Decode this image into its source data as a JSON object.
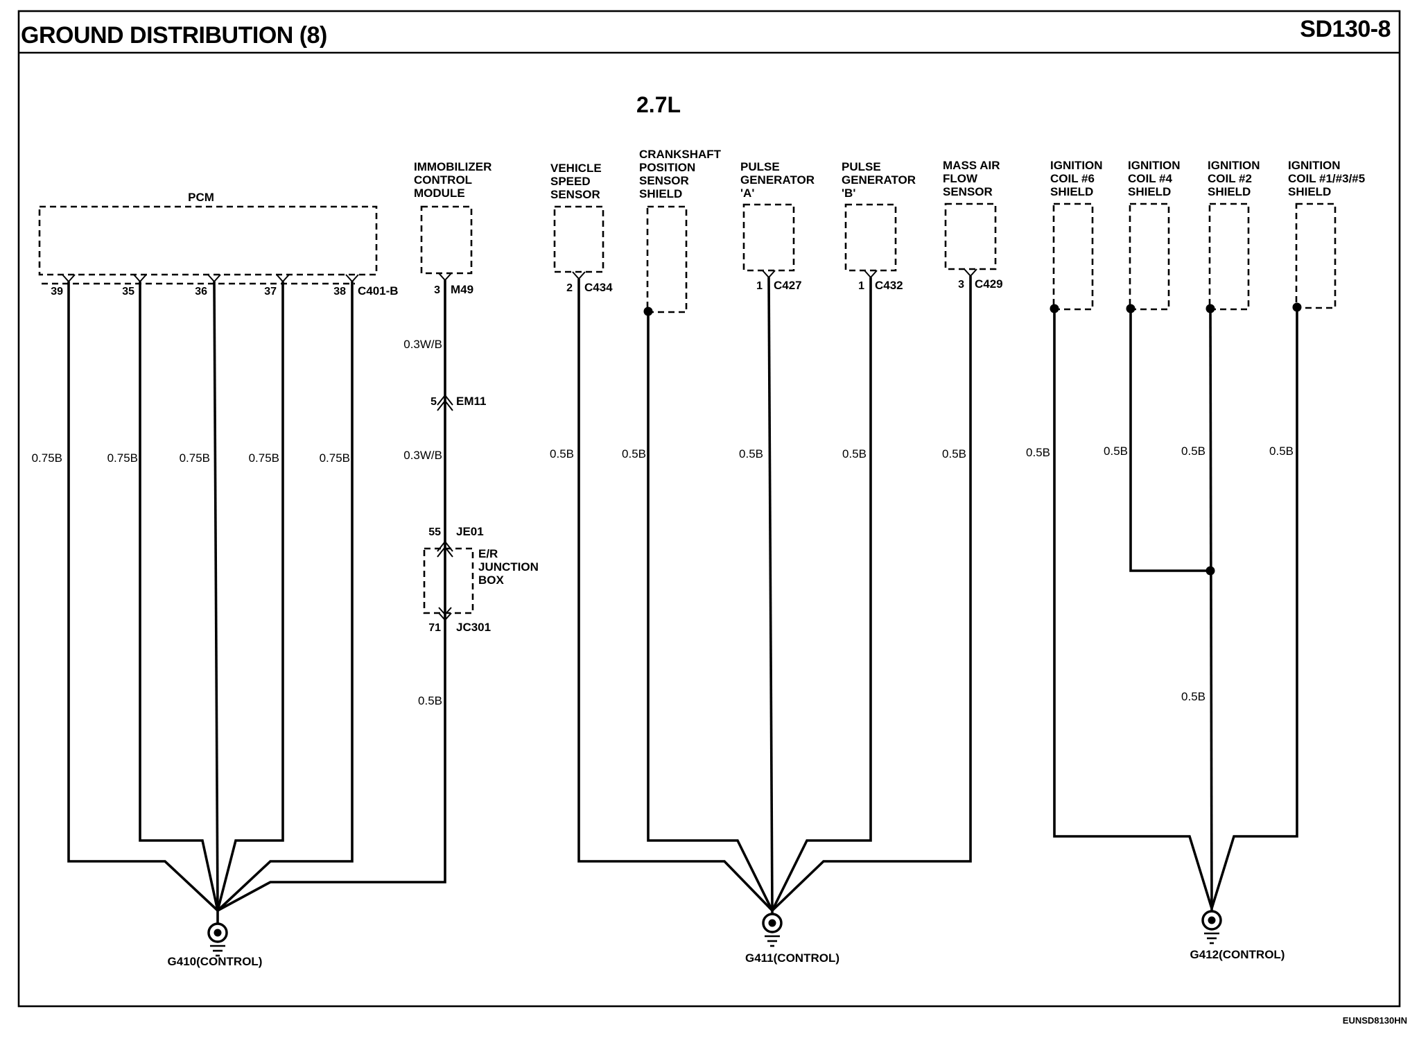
{
  "header": {
    "title": "GROUND DISTRIBUTION (8)",
    "code": "SD130-8"
  },
  "subtitle": "2.7L",
  "footer_code": "EUNSD8130HN",
  "components": {
    "pcm": "PCM",
    "immobilizer": [
      "IMMOBILIZER",
      "CONTROL",
      "MODULE"
    ],
    "vss": [
      "VEHICLE",
      "SPEED",
      "SENSOR"
    ],
    "ckp": [
      "CRANKSHAFT",
      "POSITION",
      "SENSOR",
      "SHIELD"
    ],
    "pga": [
      "PULSE",
      "GENERATOR",
      "'A'"
    ],
    "pgb": [
      "PULSE",
      "GENERATOR",
      "'B'"
    ],
    "maf": [
      "MASS AIR",
      "FLOW",
      "SENSOR"
    ],
    "coil6": [
      "IGNITION",
      "COIL #6",
      "SHIELD"
    ],
    "coil4": [
      "IGNITION",
      "COIL #4",
      "SHIELD"
    ],
    "coil2": [
      "IGNITION",
      "COIL #2",
      "SHIELD"
    ],
    "coil135": [
      "IGNITION",
      "COIL #1/#3/#5",
      "SHIELD"
    ],
    "junction_box": [
      "E/R",
      "JUNCTION",
      "BOX"
    ]
  },
  "connectors": {
    "c401b": "C401-B",
    "m49": "M49",
    "em11": "EM11",
    "je01": "JE01",
    "jc301": "JC301",
    "c434": "C434",
    "c427": "C427",
    "c432": "C432",
    "c429": "C429"
  },
  "pins": {
    "pcm": [
      "39",
      "35",
      "36",
      "37",
      "38"
    ],
    "m49": "3",
    "em11": "5",
    "je01": "55",
    "jc301": "71",
    "c434": "2",
    "c427": "1",
    "c432": "1",
    "c429": "3"
  },
  "wires": {
    "pcm": [
      "0.75B",
      "0.75B",
      "0.75B",
      "0.75B",
      "0.75B"
    ],
    "imm_upper": "0.3W/B",
    "imm_mid": "0.3W/B",
    "imm_lower": "0.5B",
    "vss": "0.5B",
    "ckp": "0.5B",
    "pga": "0.5B",
    "pgb": "0.5B",
    "maf": "0.5B",
    "coil6": "0.5B",
    "coil4": "0.5B",
    "coil2": "0.5B",
    "coil135": "0.5B",
    "g412_trunk": "0.5B"
  },
  "grounds": {
    "g410": "G410(CONTROL)",
    "g411": "G411(CONTROL)",
    "g412": "G412(CONTROL)"
  }
}
